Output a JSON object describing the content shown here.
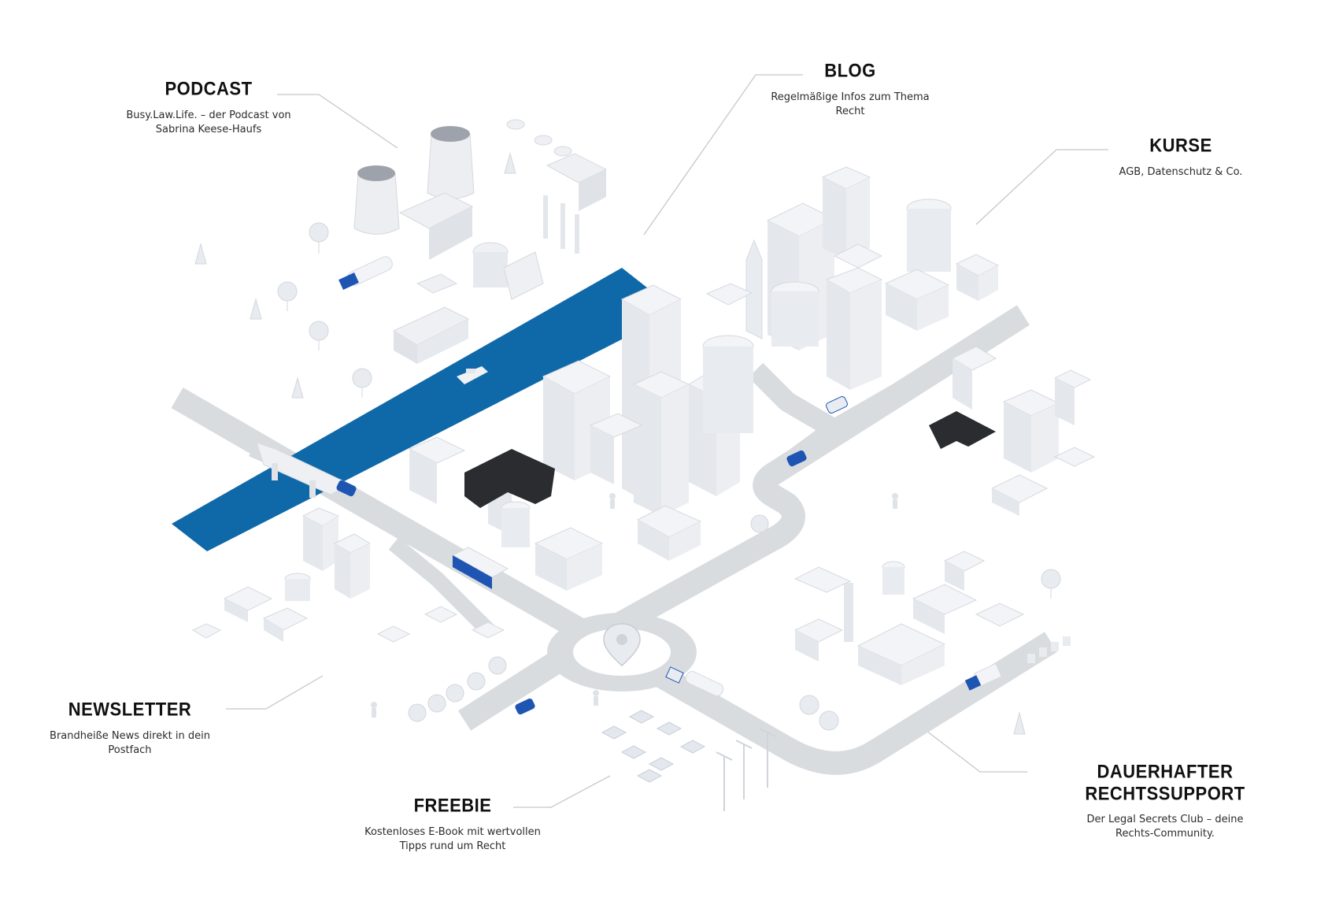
{
  "colors": {
    "river": "#0f69a9",
    "road": "#d9dcdf",
    "building": "#eef0f3",
    "building_side": "#dfe2e7",
    "dark_block": "#2a2c30",
    "vehicle_accent": "#1e55b3",
    "leader_line": "#c4c8cc"
  },
  "callouts": {
    "podcast": {
      "title": "PODCAST",
      "desc": [
        "Busy.Law.Life. – der Podcast von",
        "Sabrina Keese-Haufs"
      ]
    },
    "blog": {
      "title": "BLOG",
      "desc": [
        "Regelmäßige Infos zum Thema",
        "Recht"
      ]
    },
    "kurse": {
      "title": "KURSE",
      "desc": [
        "AGB, Datenschutz & Co."
      ]
    },
    "newsletter": {
      "title": "NEWSLETTER",
      "desc": [
        "Brandheiße News direkt in dein",
        "Postfach"
      ]
    },
    "freebie": {
      "title": "FREEBIE",
      "desc": [
        "Kostenloses E-Book mit wertvollen",
        "Tipps rund um Recht"
      ]
    },
    "support": {
      "title": "DAUERHAFTER RECHTSSUPPORT",
      "desc": [
        "Der Legal Secrets Club – deine",
        "Rechts-Community."
      ]
    }
  },
  "icons": {
    "center_marker": "location-pin-icon"
  }
}
